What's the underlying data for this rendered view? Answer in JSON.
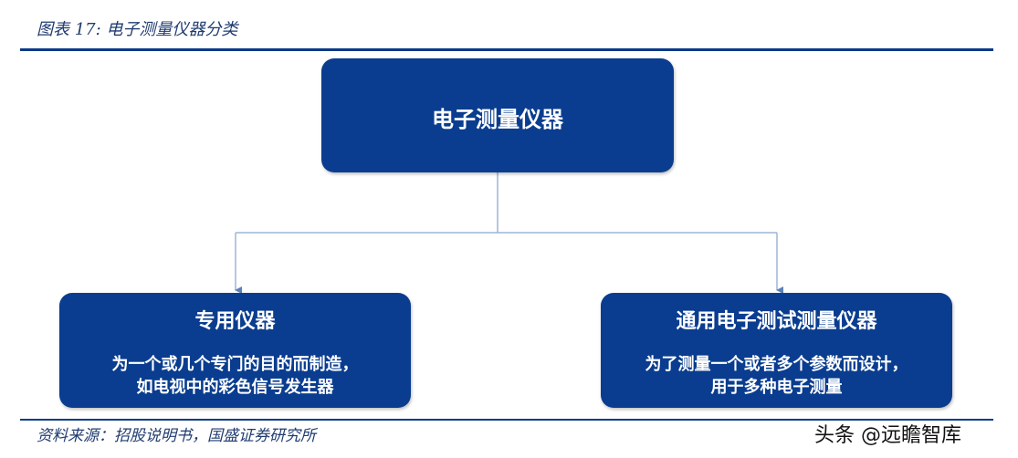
{
  "caption": "图表 17:  电子测量仪器分类",
  "root": {
    "title": "电子测量仪器"
  },
  "children": [
    {
      "title": "专用仪器",
      "desc_lines": [
        "为一个或几个专门的目的而制造，",
        "如电视中的彩色信号发生器"
      ]
    },
    {
      "title": "通用电子测试测量仪器",
      "desc_lines": [
        "为了测量一个或者多个参数而设计，",
        "用于多种电子测量"
      ]
    }
  ],
  "source": "资料来源：招股说明书，国盛证券研究所",
  "watermark": "头条 @远瞻智库",
  "colors": {
    "box_fill": "#0a3d8f",
    "rule": "#0a3a87",
    "connector": "#9db5d6",
    "arrow": "#5b7fb8"
  }
}
